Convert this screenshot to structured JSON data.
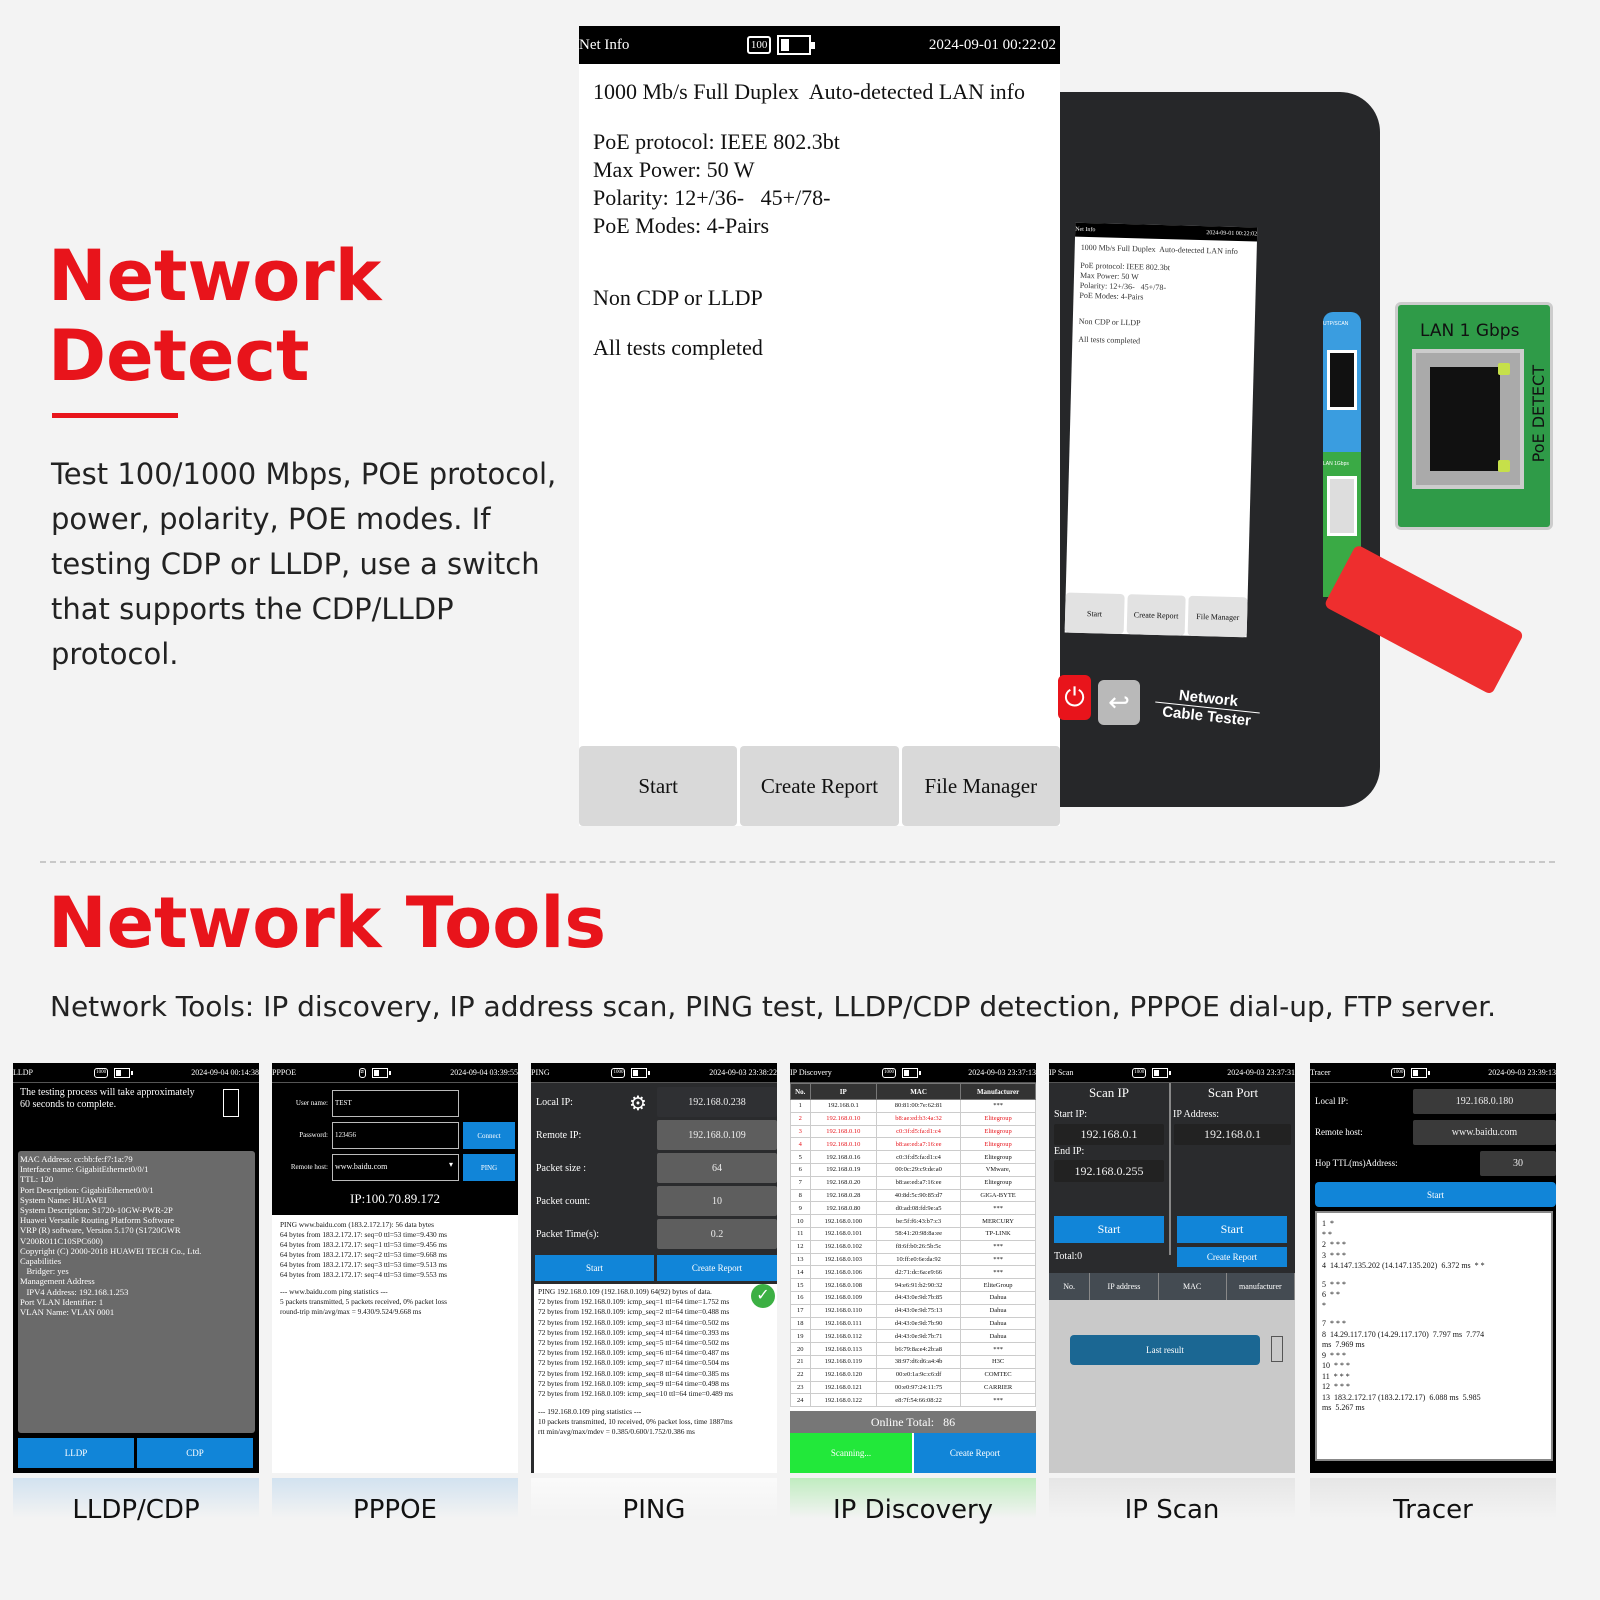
{
  "headline": {
    "line1": "Network",
    "line2": "Detect"
  },
  "description": "Test 100/1000 Mbps, POE protocol, power, polarity, POE modes. If testing CDP or LLDP, use a switch that supports the CDP/LLDP protocol.",
  "tools_headline": "Network Tools",
  "tools_description": "Network Tools: IP discovery, IP address scan, PING test, LLDP/CDP detection, PPPOE dial-up, FTP server.",
  "colors": {
    "accent": "#e8141b",
    "button_blue": "#1185d8",
    "scan_green": "#22e83a"
  },
  "net_info": {
    "title": "Net Info",
    "speed_badge": "100",
    "datetime": "2024-09-01 00:22:02",
    "lines": [
      "1000 Mb/s Full Duplex  Auto-detected LAN info",
      "",
      "PoE protocol: IEEE 802.3bt",
      "Max Power: 50 W",
      "Polarity: 12+/36-   45+/78-",
      "PoE Modes: 4-Pairs",
      "",
      "",
      "Non CDP or LLDP",
      "",
      "All tests completed"
    ],
    "buttons": [
      "Start",
      "Create Report",
      "File Manager"
    ]
  },
  "device": {
    "brand_line1": "Network",
    "brand_line2": "Cable Tester",
    "port_label_top": "UTP/SCAN",
    "port_label_bottom": "LAN 1Gbps",
    "callout_label": "LAN    1 Gbps",
    "callout_side": "PoE DETECT",
    "power_icon": "power-icon",
    "back_icon": "back-arrow-icon"
  },
  "panels": {
    "lldp": {
      "title": "LLDP",
      "datetime": "2024-09-04 00:14:38",
      "badge": "1000",
      "notice": "The testing process will take approximately\n60 seconds to complete.",
      "lines": [
        "MAC Address: cc:bb:fe:f7:1a:79",
        "Interface name: GigabitEthernet0/0/1",
        "TTL: 120",
        "Port Description: GigabitEthernet0/0/1",
        "System Name: HUAWEI",
        "System Description: S1720-10GW-PWR-2P",
        "Huawei Versatile Routing Platform Software",
        "VRP (R) software, Version 5.170 (S1720GWR",
        "V200R011C10SPC600)",
        "Copyright (C) 2000-2018 HUAWEI TECH Co., Ltd.",
        "Capabilities",
        "   Bridger: yes",
        "Management Address",
        "   IPV4 Address: 192.168.1.253",
        "Port VLAN Identifier: 1",
        "VLAN Name: VLAN 0001"
      ],
      "buttons": [
        "LLDP",
        "CDP"
      ],
      "caption": "LLDP/CDP"
    },
    "pppoe": {
      "title": "PPPOE",
      "datetime": "2024-09-04 03:39:55",
      "user_label": "User name:",
      "user_value": "TEST",
      "pass_label": "Password:",
      "pass_value": "123456",
      "host_label": "Remote host:",
      "host_value": "www.baidu.com",
      "connect": "Connect",
      "ping": "PING",
      "ip": "IP:100.70.89.172",
      "lines": [
        "PING www.baidu.com (183.2.172.17): 56 data bytes",
        "64 bytes from 183.2.172.17: seq=0 ttl=53 time=9.430 ms",
        "64 bytes from 183.2.172.17: seq=1 ttl=53 time=9.456 ms",
        "64 bytes from 183.2.172.17: seq=2 ttl=53 time=9.668 ms",
        "64 bytes from 183.2.172.17: seq=3 ttl=53 time=9.513 ms",
        "64 bytes from 183.2.172.17: seq=4 ttl=53 time=9.553 ms",
        "",
        "--- www.baidu.com ping statistics ---",
        "5 packets transmitted, 5 packets received, 0% packet loss",
        "round-trip min/avg/max = 9.430/9.524/9.668 ms"
      ],
      "caption": "PPPOE"
    },
    "ping": {
      "title": "PING",
      "datetime": "2024-09-03 23:38:22",
      "badge": "1000",
      "fields": [
        {
          "label": "Local IP:",
          "value": "192.168.0.238"
        },
        {
          "label": "Remote IP:",
          "value": "192.168.0.109"
        },
        {
          "label": "Packet size :",
          "value": "64"
        },
        {
          "label": "Packet count:",
          "value": "10"
        },
        {
          "label": "Packet Time(s):",
          "value": "0.2"
        }
      ],
      "buttons": [
        "Start",
        "Create Report"
      ],
      "lines": [
        "PING 192.168.0.109 (192.168.0.109) 64(92) bytes of data.",
        "72 bytes from 192.168.0.109: icmp_seq=1 ttl=64 time=1.752 ms",
        "72 bytes from 192.168.0.109: icmp_seq=2 ttl=64 time=0.488 ms",
        "72 bytes from 192.168.0.109: icmp_seq=3 ttl=64 time=0.502 ms",
        "72 bytes from 192.168.0.109: icmp_seq=4 ttl=64 time=0.393 ms",
        "72 bytes from 192.168.0.109: icmp_seq=5 ttl=64 time=0.502 ms",
        "72 bytes from 192.168.0.109: icmp_seq=6 ttl=64 time=0.487 ms",
        "72 bytes from 192.168.0.109: icmp_seq=7 ttl=64 time=0.504 ms",
        "72 bytes from 192.168.0.109: icmp_seq=8 ttl=64 time=0.385 ms",
        "72 bytes from 192.168.0.109: icmp_seq=9 ttl=64 time=0.498 ms",
        "72 bytes from 192.168.0.109: icmp_seq=10 ttl=64 time=0.489 ms",
        "",
        "--- 192.168.0.109 ping statistics ---",
        "10 packets transmitted, 10 received, 0% packet loss, time 1887ms",
        "rtt min/avg/max/mdev = 0.385/0.600/1.752/0.386 ms"
      ],
      "caption": "PING"
    },
    "discovery": {
      "title": "IP Discovery",
      "datetime": "2024-09-03 23:37:13",
      "badge": "1000",
      "headers": [
        "No.",
        "IP",
        "MAC",
        "Manufacturer"
      ],
      "rows": [
        [
          "1",
          "192.168.0.1",
          "80:81:00:7e:62:81",
          "***"
        ],
        [
          "2",
          "192.168.0.10",
          "b8:ae:ed:b3:4a:32",
          "Elitegroup"
        ],
        [
          "3",
          "192.168.0.10",
          "c0:3f:d5:fa:d1:c4",
          "Elitegroup"
        ],
        [
          "4",
          "192.168.0.10",
          "b8:ae:ed:a7:16:ee",
          "Elitegroup"
        ],
        [
          "5",
          "192.168.0.16",
          "c0:3f:d5:fa:d1:c4",
          "Elitegroup"
        ],
        [
          "6",
          "192.168.0.19",
          "00:0c:29:c9:de:a0",
          "VMware,"
        ],
        [
          "7",
          "192.168.0.20",
          "b8:ae:ed:a7:16:ee",
          "Elitegroup"
        ],
        [
          "8",
          "192.168.0.28",
          "40:8d:5c:90:85:d7",
          "GIGA-BYTE"
        ],
        [
          "9",
          "192.168.0.80",
          "d0:ad:08:fd:9e:a5",
          "***"
        ],
        [
          "10",
          "192.168.0.100",
          "be:5f:f6:43:b7:c3",
          "MERCURY"
        ],
        [
          "11",
          "192.168.0.101",
          "58:41:20:98:8a:ee",
          "TP-LINK"
        ],
        [
          "12",
          "192.168.0.102",
          "f8:6f:b0:26:5b:5c",
          "***"
        ],
        [
          "13",
          "192.168.0.103",
          "10:ff:e0:6e:da:92",
          "***"
        ],
        [
          "14",
          "192.168.0.106",
          "d2:71:dc:6a:e9:66",
          "***"
        ],
        [
          "15",
          "192.168.0.108",
          "94:e6:91:b2:90:32",
          "EliteGroup"
        ],
        [
          "16",
          "192.168.0.109",
          "d4:43:0e:9d:7b:85",
          "Dahua"
        ],
        [
          "17",
          "192.168.0.110",
          "d4:43:0e:9d:75:13",
          "Dahua"
        ],
        [
          "18",
          "192.168.0.111",
          "d4:43:0e:9d:7b:90",
          "Dahua"
        ],
        [
          "19",
          "192.168.0.112",
          "d4:43:0e:9d:7b:71",
          "Dahua"
        ],
        [
          "20",
          "192.168.0.113",
          "b6:79:8a:e4:2b:a8",
          "***"
        ],
        [
          "21",
          "192.168.0.119",
          "38:97:d6:d6:a4:4b",
          "H3C"
        ],
        [
          "22",
          "192.168.0.120",
          "00:e0:1a:9c:c6:df",
          "COMTEC"
        ],
        [
          "23",
          "192.168.0.121",
          "00:e0:97:24:11:75",
          "CARRIER"
        ],
        [
          "24",
          "192.168.0.122",
          "e8:7f:54:66:08:22",
          "***"
        ]
      ],
      "red_rows": [
        2,
        3,
        4
      ],
      "online_total_label": "Online Total:",
      "online_total": "86",
      "buttons": [
        "Scanning...",
        "Create Report"
      ],
      "caption": "IP Discovery"
    },
    "ipscan": {
      "title": "IP Scan",
      "datetime": "2024-09-03 23:37:31",
      "badge": "1000",
      "scan_ip": "Scan IP",
      "scan_port": "Scan Port",
      "start_ip_label": "Start IP:",
      "start_ip": "192.168.0.1",
      "end_ip_label": "End IP:",
      "end_ip": "192.168.0.255",
      "ip_address_label": "IP Address:",
      "ip_address": "192.168.0.1",
      "start": "Start",
      "create_report": "Create Report",
      "total": "Total:0",
      "headers": [
        "No.",
        "IP address",
        "MAC",
        "manufacturer"
      ],
      "last_result": "Last result",
      "caption": "IP Scan"
    },
    "tracer": {
      "title": "Tracer",
      "datetime": "2024-09-03 23:39:13",
      "badge": "1000",
      "local_label": "Local IP:",
      "local_value": "192.168.0.180",
      "host_label": "Remote host:",
      "host_value": "www.baidu.com",
      "hop_label": "Hop TTL(ms)Address:",
      "hop_value": "30",
      "start": "Start",
      "lines": [
        "1  *",
        "* *",
        "2  * * *",
        "3  * * *",
        "4  14.147.135.202 (14.147.135.202)  6.372 ms  * *",
        "",
        "5  * * *",
        "6  * *",
        "*",
        "",
        "7  * * *",
        "8  14.29.117.170 (14.29.117.170)  7.797 ms  7.774",
        "ms  7.969 ms",
        "9  * * *",
        "10  * * *",
        "11  * * *",
        "12  * * *",
        "13  183.2.172.17 (183.2.172.17)  6.088 ms  5.985",
        "ms  5.267 ms"
      ],
      "caption": "Tracer"
    }
  }
}
